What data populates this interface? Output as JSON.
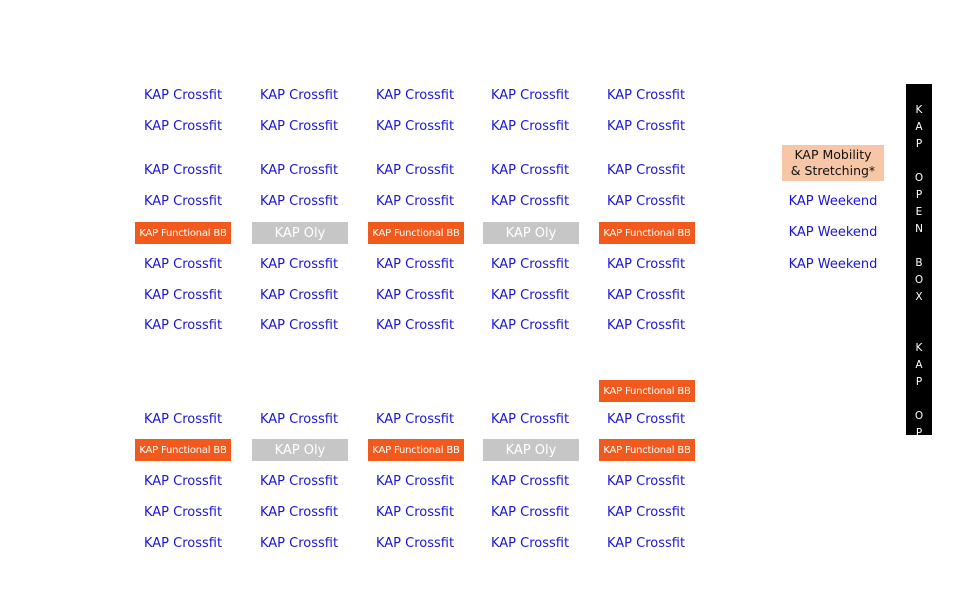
{
  "schedule": {
    "columns": [
      {
        "top": [
          "KAP Crossfit",
          "KAP Crossfit",
          "KAP Crossfit",
          "KAP Crossfit",
          "KAP Functional BB",
          "KAP Crossfit",
          "KAP Crossfit",
          "KAP Crossfit"
        ],
        "bottom": [
          "KAP Crossfit",
          "KAP Functional BB",
          "KAP Crossfit",
          "KAP Crossfit",
          "KAP Crossfit"
        ]
      },
      {
        "top": [
          "KAP Crossfit",
          "KAP Crossfit",
          "KAP Crossfit",
          "KAP Crossfit",
          "KAP Oly",
          "KAP Crossfit",
          "KAP Crossfit",
          "KAP Crossfit"
        ],
        "bottom": [
          "KAP Crossfit",
          "KAP Oly",
          "KAP Crossfit",
          "KAP Crossfit",
          "KAP Crossfit"
        ]
      },
      {
        "top": [
          "KAP Crossfit",
          "KAP Crossfit",
          "KAP Crossfit",
          "KAP Crossfit",
          "KAP Functional BB",
          "KAP Crossfit",
          "KAP Crossfit",
          "KAP Crossfit"
        ],
        "bottom": [
          "KAP Crossfit",
          "KAP Functional BB",
          "KAP Crossfit",
          "KAP Crossfit",
          "KAP Crossfit"
        ]
      },
      {
        "top": [
          "KAP Crossfit",
          "KAP Crossfit",
          "KAP Crossfit",
          "KAP Crossfit",
          "KAP Oly",
          "KAP Crossfit",
          "KAP Crossfit",
          "KAP Crossfit"
        ],
        "bottom": [
          "KAP Crossfit",
          "KAP Oly",
          "KAP Crossfit",
          "KAP Crossfit",
          "KAP Crossfit"
        ]
      },
      {
        "top": [
          "KAP Crossfit",
          "KAP Crossfit",
          "KAP Crossfit",
          "KAP Crossfit",
          "KAP Functional BB",
          "KAP Crossfit",
          "KAP Crossfit",
          "KAP Crossfit"
        ],
        "extra": "KAP Functional BB",
        "bottom": [
          "KAP Crossfit",
          "KAP Functional BB",
          "KAP Crossfit",
          "KAP Crossfit",
          "KAP Crossfit"
        ]
      }
    ],
    "weekend": {
      "mobility": "KAP Mobility & Stretching*",
      "classes": [
        "KAP Weekend",
        "KAP Weekend",
        "KAP Weekend"
      ]
    },
    "open_box_banner": "KAP OPEN BOX  KAP OPEN BOX"
  },
  "colors": {
    "crossfit_text": "#1a16d8",
    "functional_bg": "#f25a1d",
    "oly_bg": "#c6c6c6",
    "mobility_bg": "#f7c6a6",
    "banner_bg": "#000000"
  }
}
